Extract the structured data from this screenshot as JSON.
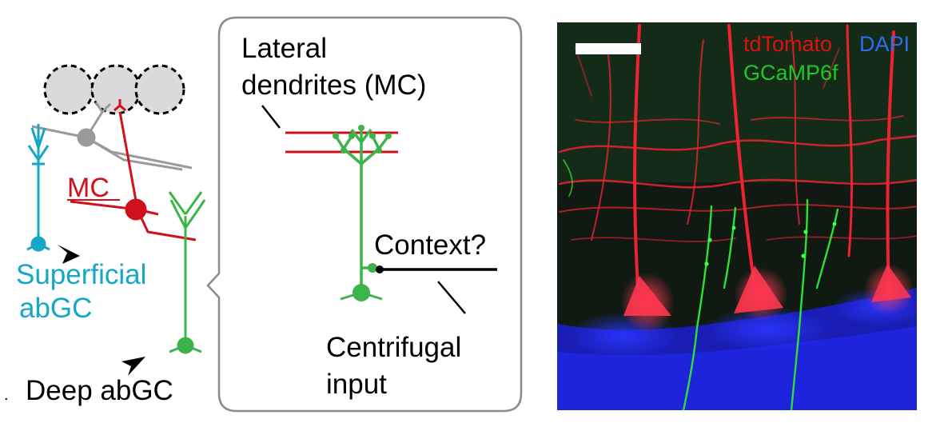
{
  "left_panel": {
    "mc_label": "MC",
    "superficial_label_line1": "Superficial",
    "superficial_label_line2": "abGC",
    "deep_label": "Deep abGC"
  },
  "callout": {
    "lateral_line1": "Lateral",
    "lateral_line2": "dendrites (MC)",
    "context_label": "Context?",
    "centrifugal_line1": "Centrifugal",
    "centrifugal_line2": "input"
  },
  "micrograph": {
    "stain_tdtomato": "tdTomato",
    "stain_dapi": "DAPI",
    "stain_gcamp": "GCaMP6f"
  },
  "colors": {
    "mitral_cell": "#d0101a",
    "superficial_abgc": "#14a8c4",
    "deep_abgc": "#3cb44a",
    "granule_gray": "#9a9a9a",
    "glomerulus_fill": "#dadada",
    "tdtomato_text": "#e01010",
    "dapi_text": "#2f6cf0",
    "gcamp_text": "#22c52a"
  }
}
